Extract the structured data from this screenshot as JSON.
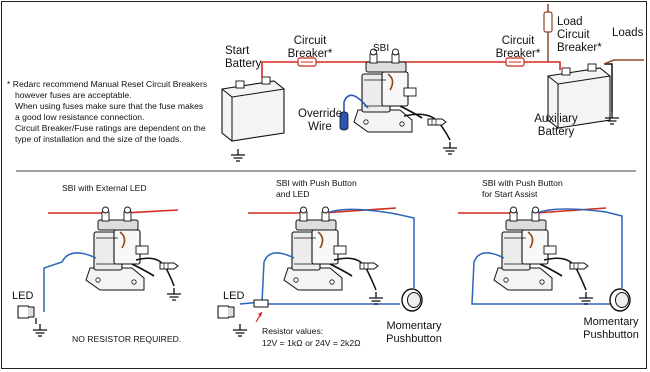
{
  "top": {
    "start_battery": [
      "Start",
      "Battery"
    ],
    "circuit_breaker_left": [
      "Circuit",
      "Breaker*"
    ],
    "sbi": "SBI",
    "circuit_breaker_right": [
      "Circuit",
      "Breaker*"
    ],
    "load_circuit_breaker": [
      "Load",
      "Circuit",
      "Breaker*"
    ],
    "loads": "Loads",
    "override_wire": [
      "Override",
      "Wire"
    ],
    "auxiliary_battery": [
      "Auxiliary",
      "Battery"
    ]
  },
  "note": {
    "lines": [
      "* Redarc recommend Manual Reset Circuit Breakers",
      "however fuses are acceptable.",
      "When using fuses make sure that the fuse makes",
      "a good low resistance connection.",
      "Circuit Breaker/Fuse ratings are dependent on the",
      "type of installation and the size of the loads."
    ]
  },
  "panels": {
    "ext_led": {
      "title": "SBI with External LED",
      "led": "LED",
      "no_resistor": "NO RESISTOR REQUIRED."
    },
    "push_led": {
      "title": [
        "SBI with Push Button",
        "and LED"
      ],
      "led": "LED",
      "resistor": [
        "Resistor values:",
        "12V = 1kΩ or 24V = 2k2Ω"
      ],
      "pushbutton": [
        "Momentary",
        "Pushbutton"
      ]
    },
    "start_assist": {
      "title": [
        "SBI with Push Button",
        "for Start Assist"
      ],
      "pushbutton": [
        "Momentary",
        "Pushbutton"
      ]
    }
  },
  "colors": {
    "positive_wire": "#d22a1f",
    "led_wire": "#2c64b8",
    "override_wire": "#2a55b0",
    "negative_wire": "#111111",
    "load_wire": "#8a4a2a"
  }
}
